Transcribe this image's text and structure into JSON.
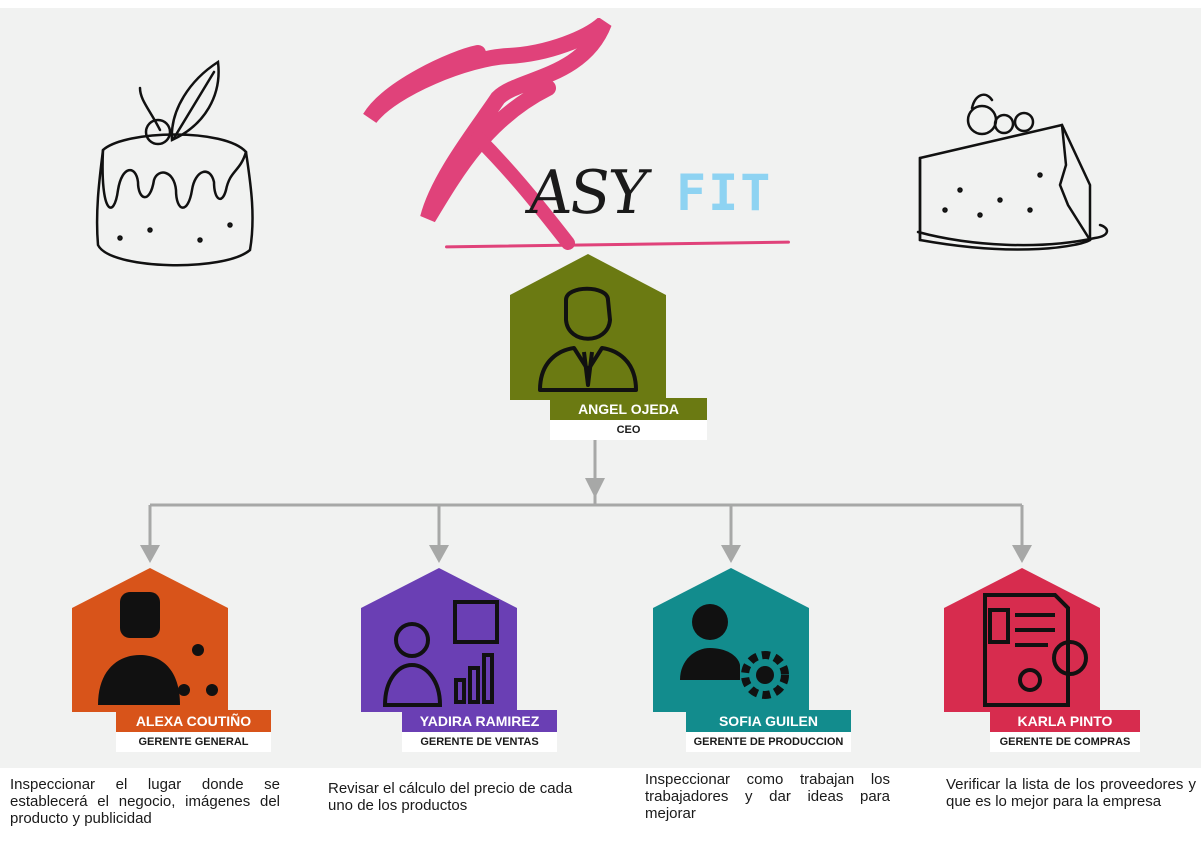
{
  "logo": {
    "k": "K",
    "rest": "ASY",
    "fit": "FIT"
  },
  "ceo": {
    "name": "ANGEL OJEDA",
    "role": "CEO",
    "color": "#6b7a12",
    "icon": "businessman-icon"
  },
  "managers": [
    {
      "name": "ALEXA COUTIÑO",
      "role": "GERENTE GENERAL",
      "color": "#d8541a",
      "icon": "manager-team-icon",
      "description": "Inspeccionar el lugar donde se establecerá el negocio, imágenes del producto y publicidad"
    },
    {
      "name": "YADIRA RAMIREZ",
      "role": "GERENTE DE VENTAS",
      "color": "#6a3fb4",
      "icon": "sales-chart-icon",
      "description": "Revisar el cálculo del precio de cada uno de los productos"
    },
    {
      "name": "SOFIA GUILEN",
      "role": "GERENTE DE PRODUCCION",
      "color": "#128c8d",
      "icon": "production-gear-icon",
      "description": "Inspeccionar como trabajan los trabajadores y dar ideas para mejorar"
    },
    {
      "name": "KARLA PINTO",
      "role": "GERENTE DE COMPRAS",
      "color": "#d72c4e",
      "icon": "purchase-document-icon",
      "description": "Verificar la lista de los proveedores y que es lo mejor para la empresa"
    }
  ],
  "colors": {
    "connector": "#a7a8a7",
    "logo_pink": "#e0427a",
    "logo_blue": "#8ed3f2"
  }
}
